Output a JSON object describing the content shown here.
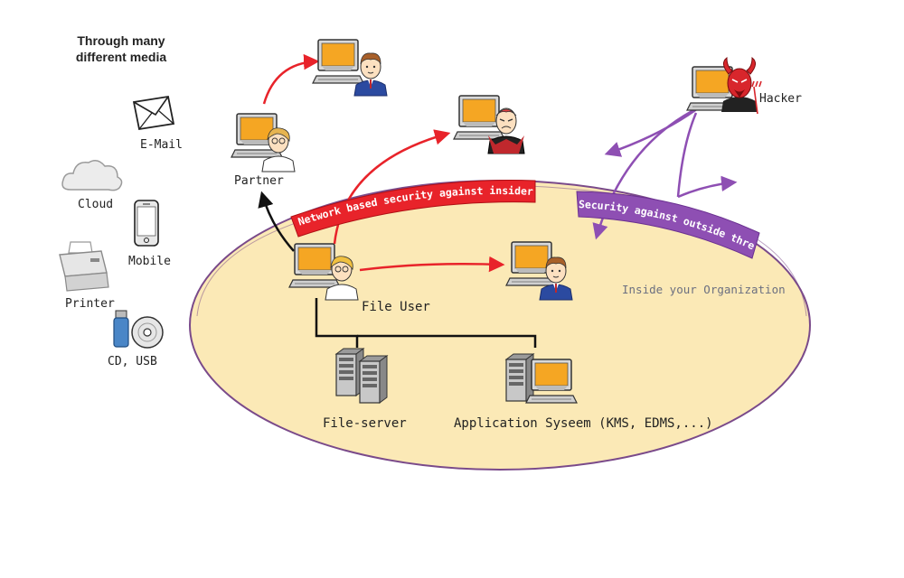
{
  "media": {
    "title_line1": "Through many",
    "title_line2": "different media",
    "email": "E-Mail",
    "cloud": "Cloud",
    "mobile": "Mobile",
    "printer": "Printer",
    "cd_usb": "CD, USB"
  },
  "actors": {
    "partner": "Partner",
    "file_user": "File User",
    "hacker": "Hacker",
    "file_server": "File-server",
    "application_system": "Application Syseem (KMS, EDMS,...)"
  },
  "banners": {
    "insider": "Network based security against insider threats",
    "outside": "Security against outside threats"
  },
  "organization": {
    "label": "Inside your Organization"
  },
  "colors": {
    "insider_arrow": "#e8232a",
    "outside_arrow": "#8e4fb3",
    "org_fill": "#fbe9b6",
    "org_stroke": "#7a4a8a"
  }
}
